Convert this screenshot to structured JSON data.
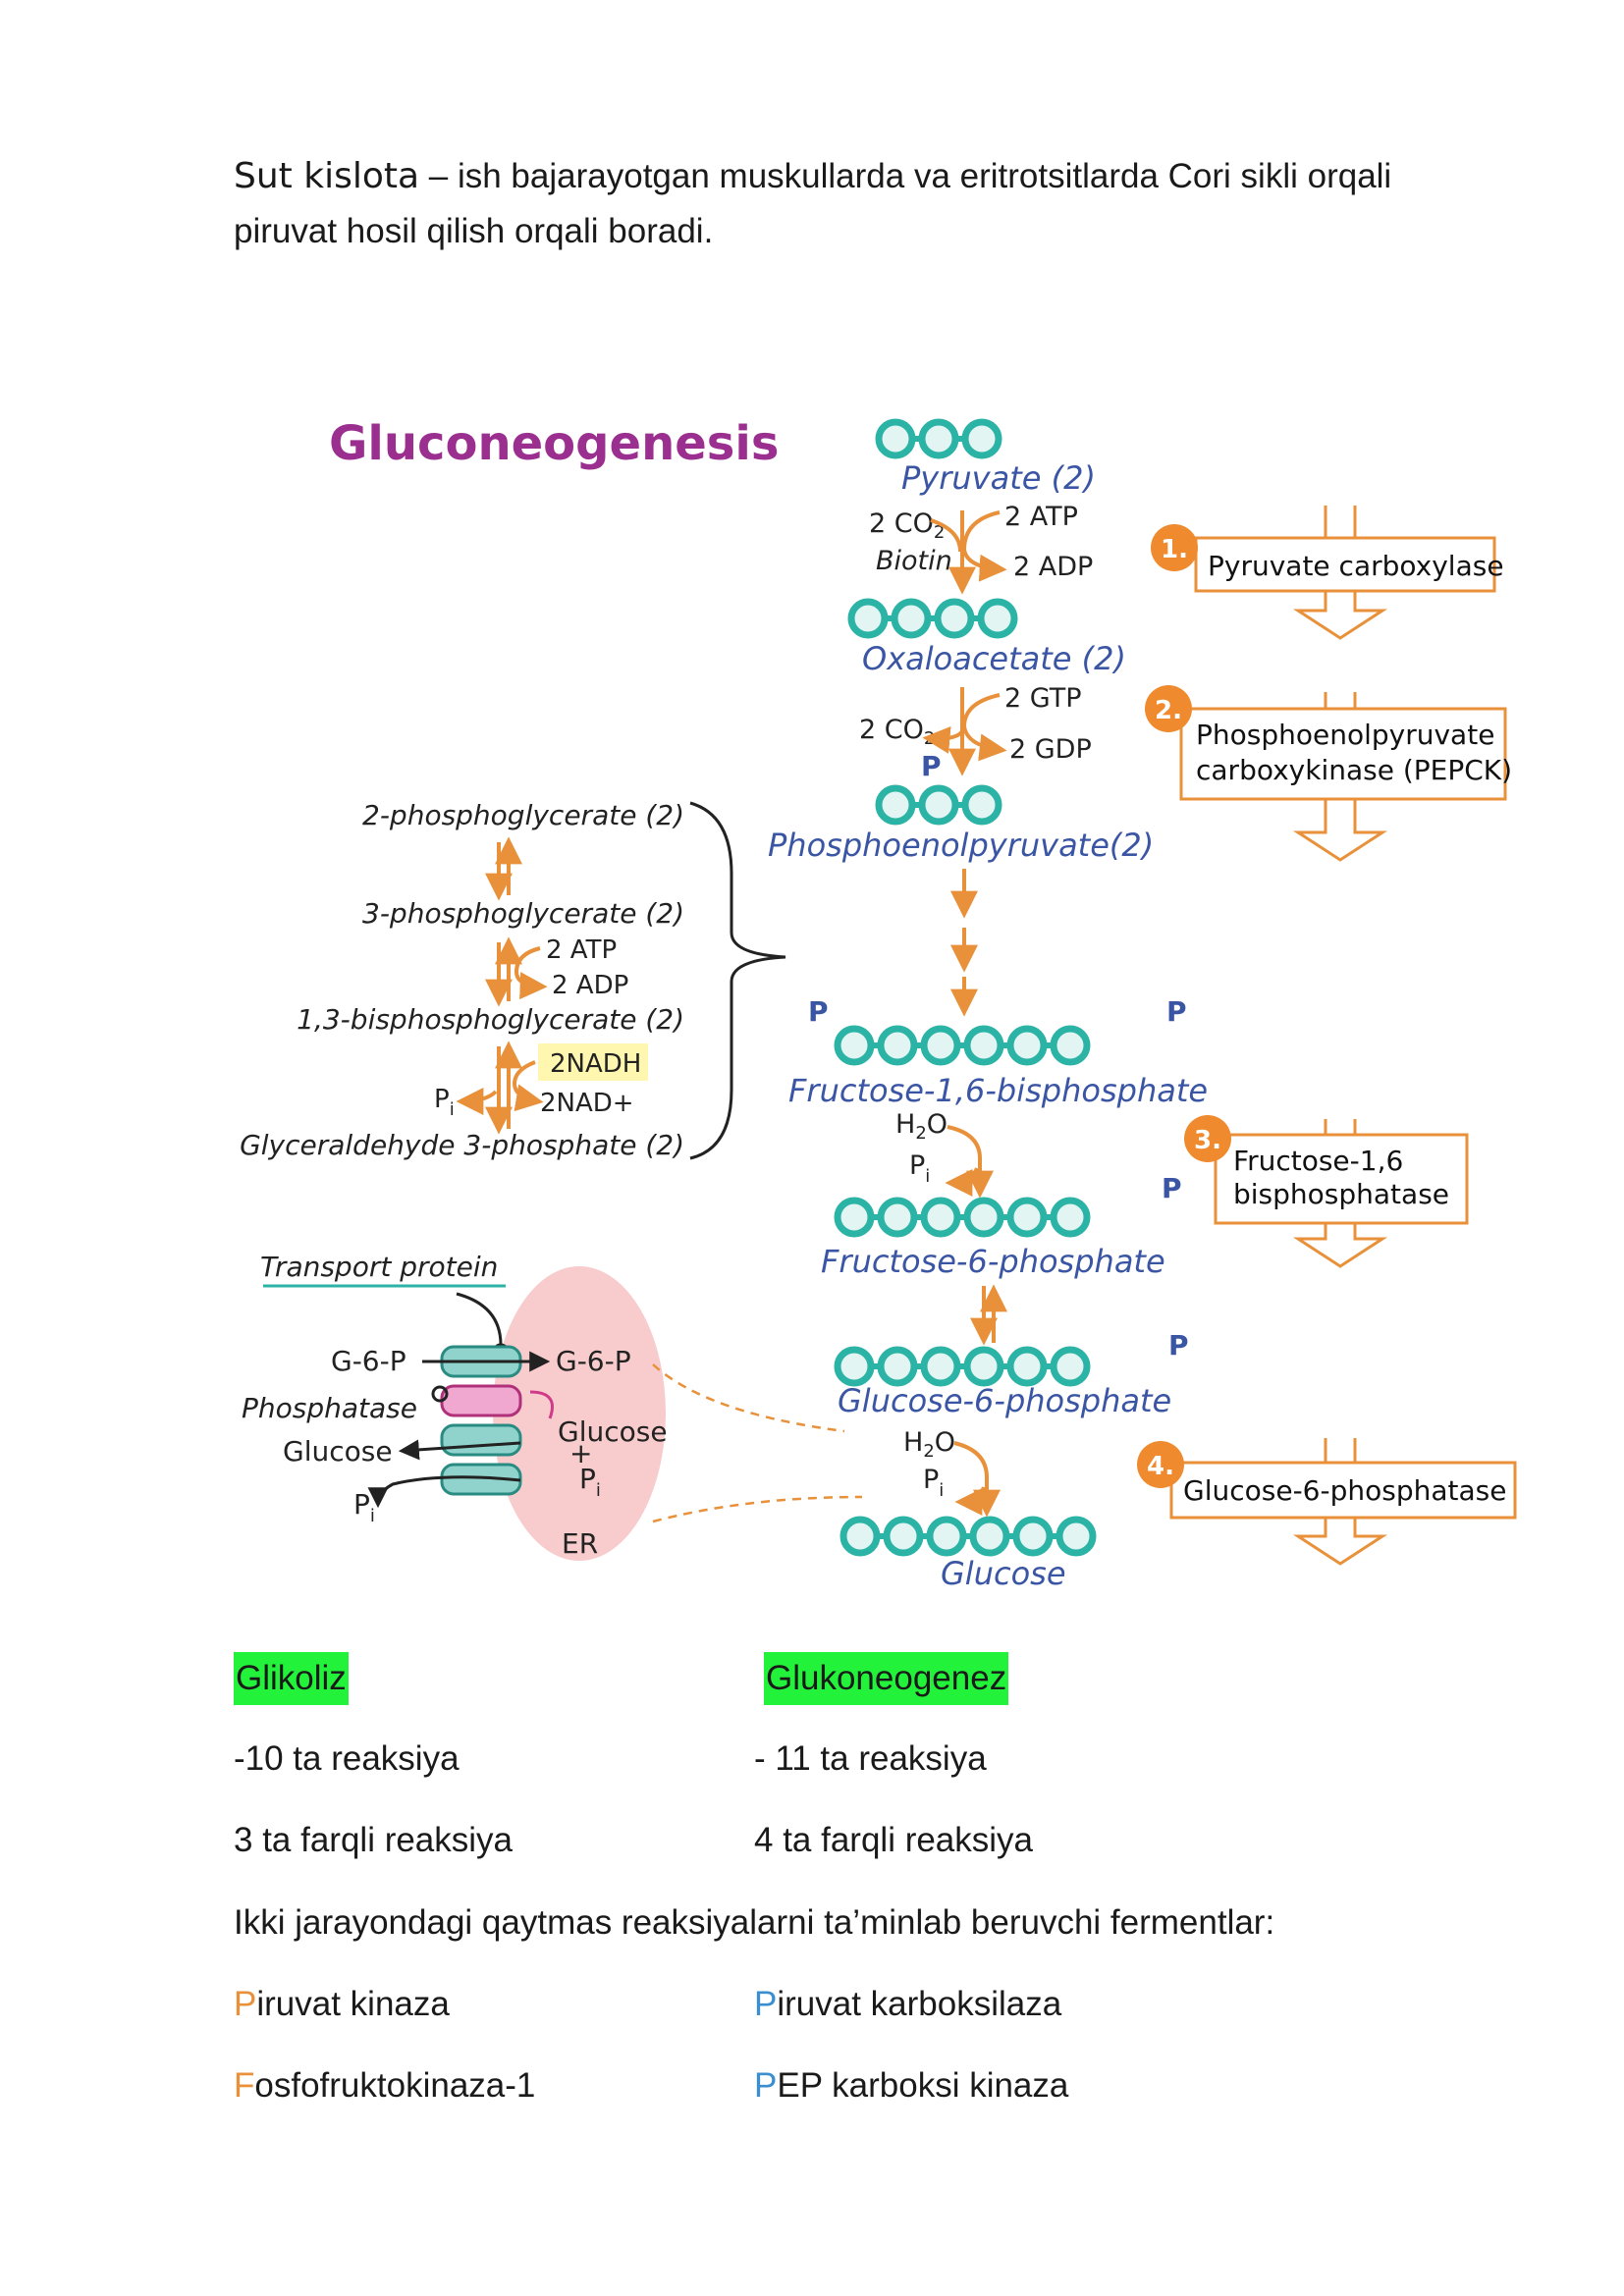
{
  "intro": {
    "term": "Sut kislota",
    "dash": " – ",
    "text": "ish bajarayotgan muskullarda va eritrotsitlarda Cori sikli orqali piruvat hosil qilish orqali boradi."
  },
  "figure": {
    "title": "Gluconeogenesis",
    "main": {
      "pyruvate": "Pyruvate (2)",
      "co2_1": "2 CO",
      "biotin": "Biotin",
      "atp1": "2 ATP",
      "adp1": "2 ADP",
      "oxaloacetate": "Oxaloacetate (2)",
      "gtp": "2 GTP",
      "co2_2": "2 CO",
      "gdp": "2 GDP",
      "p": "P",
      "pep": "Phosphoenolpyruvate(2)",
      "f16bp": "Fructose-1,6-bisphosphate",
      "h2o_1": "H",
      "pi_1": "P",
      "f6p": "Fructose-6-phosphate",
      "g6p": "Glucose-6-phosphate",
      "h2o_2": "H",
      "pi_2": "P",
      "glucose": "Glucose",
      "subscript_2": "2",
      "subscript_i": "i",
      "o": "O"
    },
    "enzymes": [
      {
        "num": "1.",
        "name": "Pyruvate carboxylase"
      },
      {
        "num": "2.",
        "name_line1": "Phosphoenolpyruvate",
        "name_line2": "carboxykinase (PEPCK)"
      },
      {
        "num": "3.",
        "name_line1": "Fructose-1,6",
        "name_line2": "bisphosphatase"
      },
      {
        "num": "4.",
        "name": "Glucose-6-phosphatase"
      }
    ],
    "side": {
      "pg2": "2-phosphoglycerate (2)",
      "pg3": "3-phosphoglycerate (2)",
      "atp": "2 ATP",
      "adp": "2 ADP",
      "bpg": "1,3-bisphosphoglycerate (2)",
      "nadh": "2NADH",
      "nad": "2NAD+",
      "pi": "P",
      "gap": "Glyceraldehyde 3-phosphate (2)"
    },
    "er": {
      "transport": "Transport protein",
      "g6p_left": "G-6-P",
      "g6p_right": "G-6-P",
      "phosphatase": "Phosphatase",
      "glucose_left": "Glucose",
      "pi_left": "P",
      "glucose_right": "Glucose",
      "plus": "+",
      "pi_right": "P",
      "er": "ER"
    },
    "colors": {
      "title": "#9b2f8f",
      "label_blue": "#3a55a4",
      "arrow_orange": "#e8913a",
      "bead": "#2bb3a6",
      "badge": "#ef8a2e",
      "nadh_highlight": "#fff7b0",
      "er_fill": "#f8cccc"
    }
  },
  "comparison": {
    "col1_head": "Glikoliz",
    "col2_head": "Glukoneogenez",
    "r1c1": "-10 ta reaksiya",
    "r1c2": "- 11 ta reaksiya",
    "r2c1": "3 ta farqli reaksiya",
    "r2c2": "4 ta farqli reaksiya",
    "enzymes_line": "Ikki jarayondagi qaytmas reaksiyalarni ta’minlab beruvchi fermentlar:",
    "e1c1_first": "P",
    "e1c1_rest": "iruvat kinaza",
    "e1c2_first": "P",
    "e1c2_rest": "iruvat karboksilaza",
    "e2c1_first": "F",
    "e2c1_rest": "osfofruktokinaza-1",
    "e2c2_first": "P",
    "e2c2_rest": "EP karboksi kinaza"
  }
}
